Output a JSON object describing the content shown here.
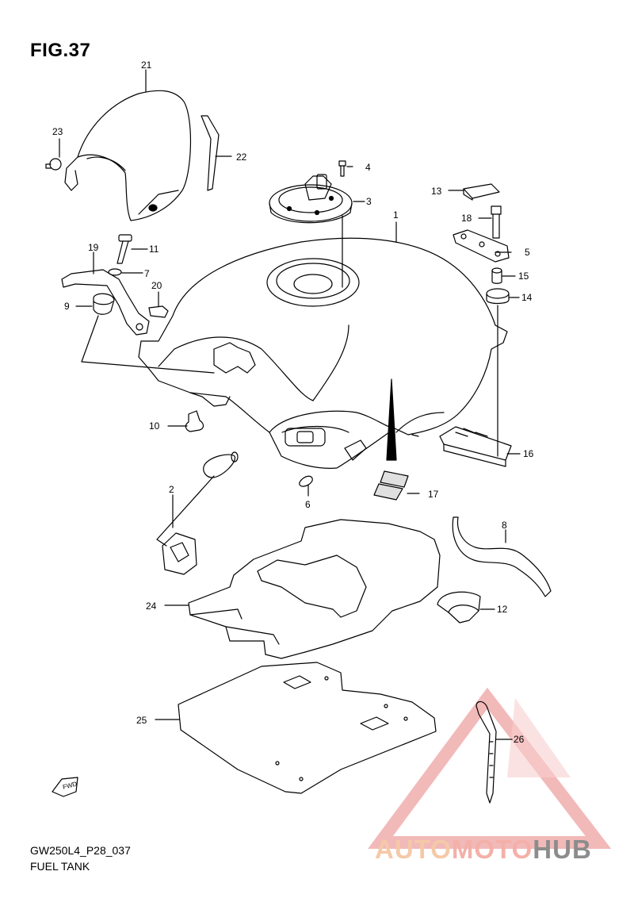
{
  "figure": {
    "title": "FIG.37"
  },
  "footer": {
    "code": "GW250L4_P28_037",
    "name": "FUEL TANK"
  },
  "fwd_label": "FWD",
  "watermark": {
    "part1": "AUTO",
    "part2": "MOTO",
    "part3": "HUB",
    "color_auto": "#f5c9a8",
    "color_moto": "#f4b0a8",
    "color_hub": "#8c8c8c",
    "triangle_color": "#e88080"
  },
  "callouts": [
    "1",
    "2",
    "3",
    "4",
    "5",
    "6",
    "7",
    "8",
    "9",
    "10",
    "11",
    "12",
    "13",
    "14",
    "15",
    "16",
    "17",
    "18",
    "19",
    "20",
    "21",
    "22",
    "23",
    "24",
    "25",
    "26"
  ]
}
